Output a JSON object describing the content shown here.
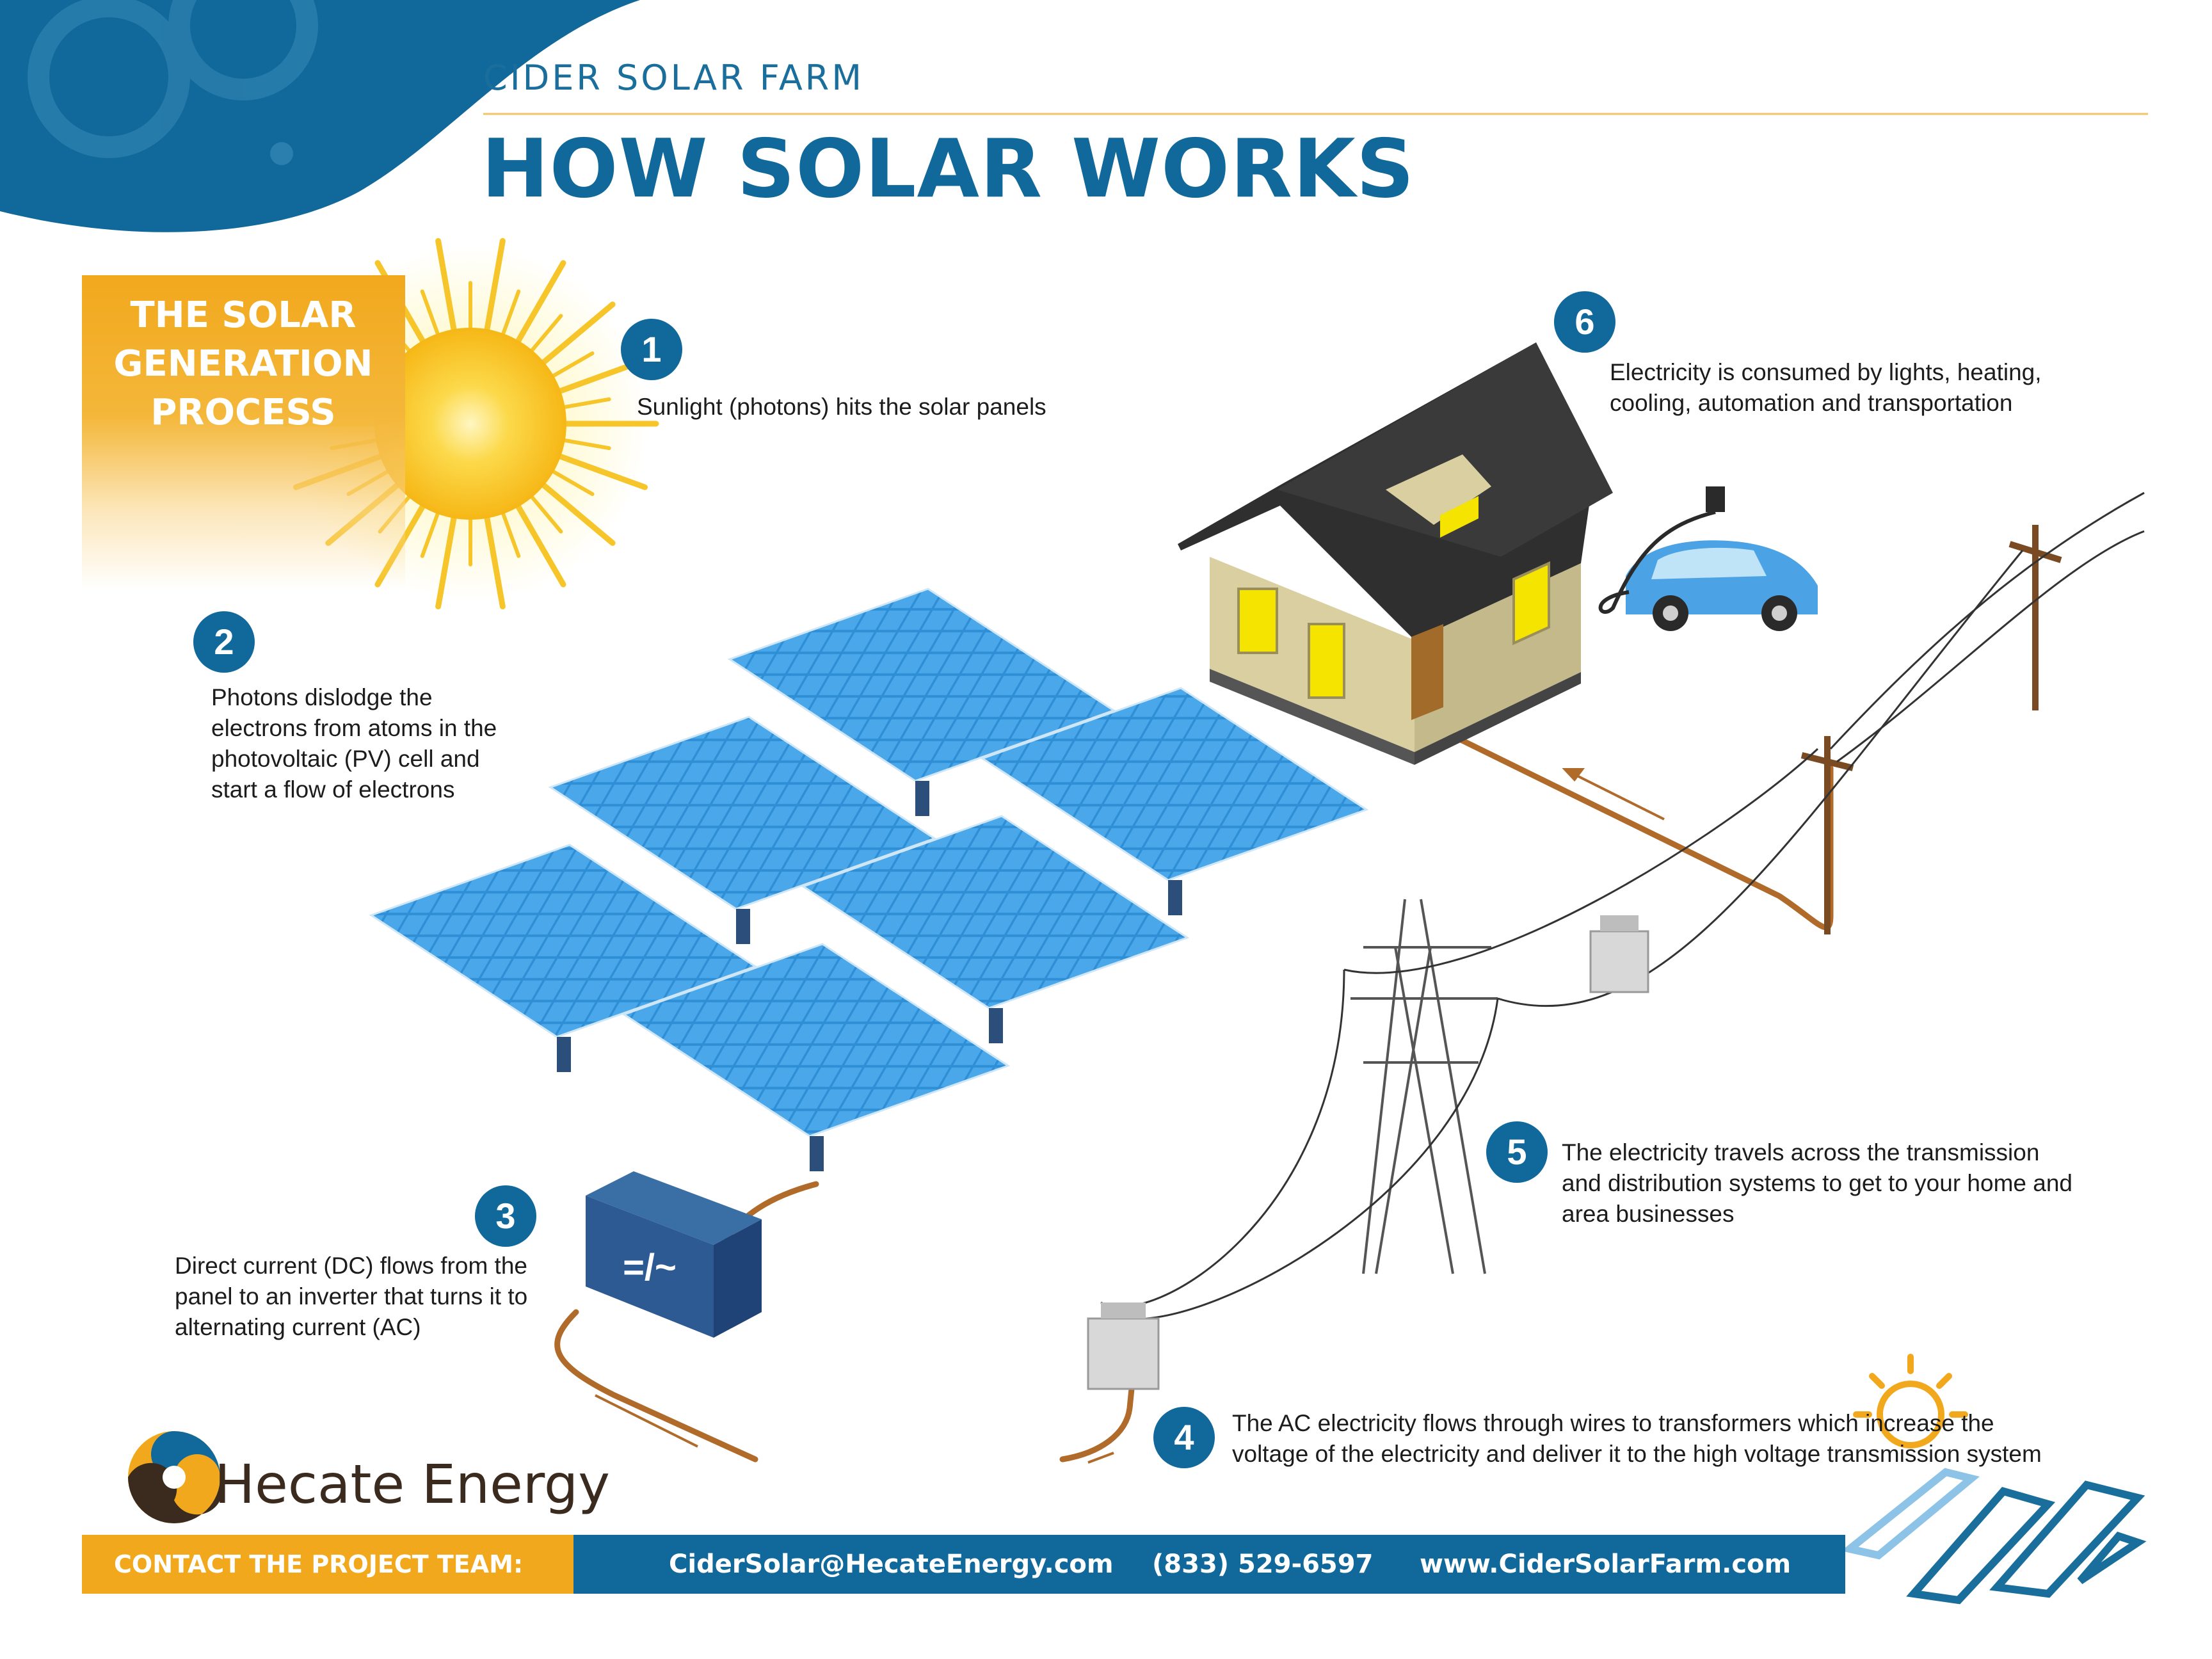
{
  "header": {
    "brand": "CIDER SOLAR FARM",
    "title": "HOW SOLAR WORKS"
  },
  "process_box": {
    "title_lines": [
      "THE SOLAR",
      "GENERATION",
      "PROCESS"
    ]
  },
  "steps": [
    {
      "number": "1",
      "lines": [
        "Sunlight (photons) hits the solar panels"
      ]
    },
    {
      "number": "2",
      "lines": [
        "Photons dislodge the",
        "electrons from atoms in the",
        "photovoltaic (PV) cell and",
        "start a flow of electrons"
      ]
    },
    {
      "number": "3",
      "lines": [
        "Direct current (DC) flows from the",
        "panel to an inverter that turns it to",
        "alternating current (AC)"
      ]
    },
    {
      "number": "4",
      "lines": [
        "The AC electricity flows through wires to transformers which increase the",
        "voltage of the electricity and deliver it to the high voltage transmission system"
      ]
    },
    {
      "number": "5",
      "lines": [
        "The electricity travels across the transmission",
        "and distribution systems to get to your home and",
        "area businesses"
      ]
    },
    {
      "number": "6",
      "lines": [
        "Electricity is consumed by lights, heating,",
        "cooling, automation and transportation"
      ]
    }
  ],
  "inverter": {
    "symbol": "=/~"
  },
  "logo": {
    "name": "Hecate Energy"
  },
  "footer": {
    "contact_label": "CONTACT THE PROJECT TEAM:",
    "email": "CiderSolar@HecateEnergy.com",
    "phone": "(833) 529-6597",
    "website": "www.CiderSolarFarm.com"
  },
  "colors": {
    "primary_blue": "#11699b",
    "accent_orange": "#f2a81d",
    "panel_blue": "#2f8fd6",
    "wire_brown": "#b06a2a",
    "text_dark": "#1c1c1c"
  }
}
